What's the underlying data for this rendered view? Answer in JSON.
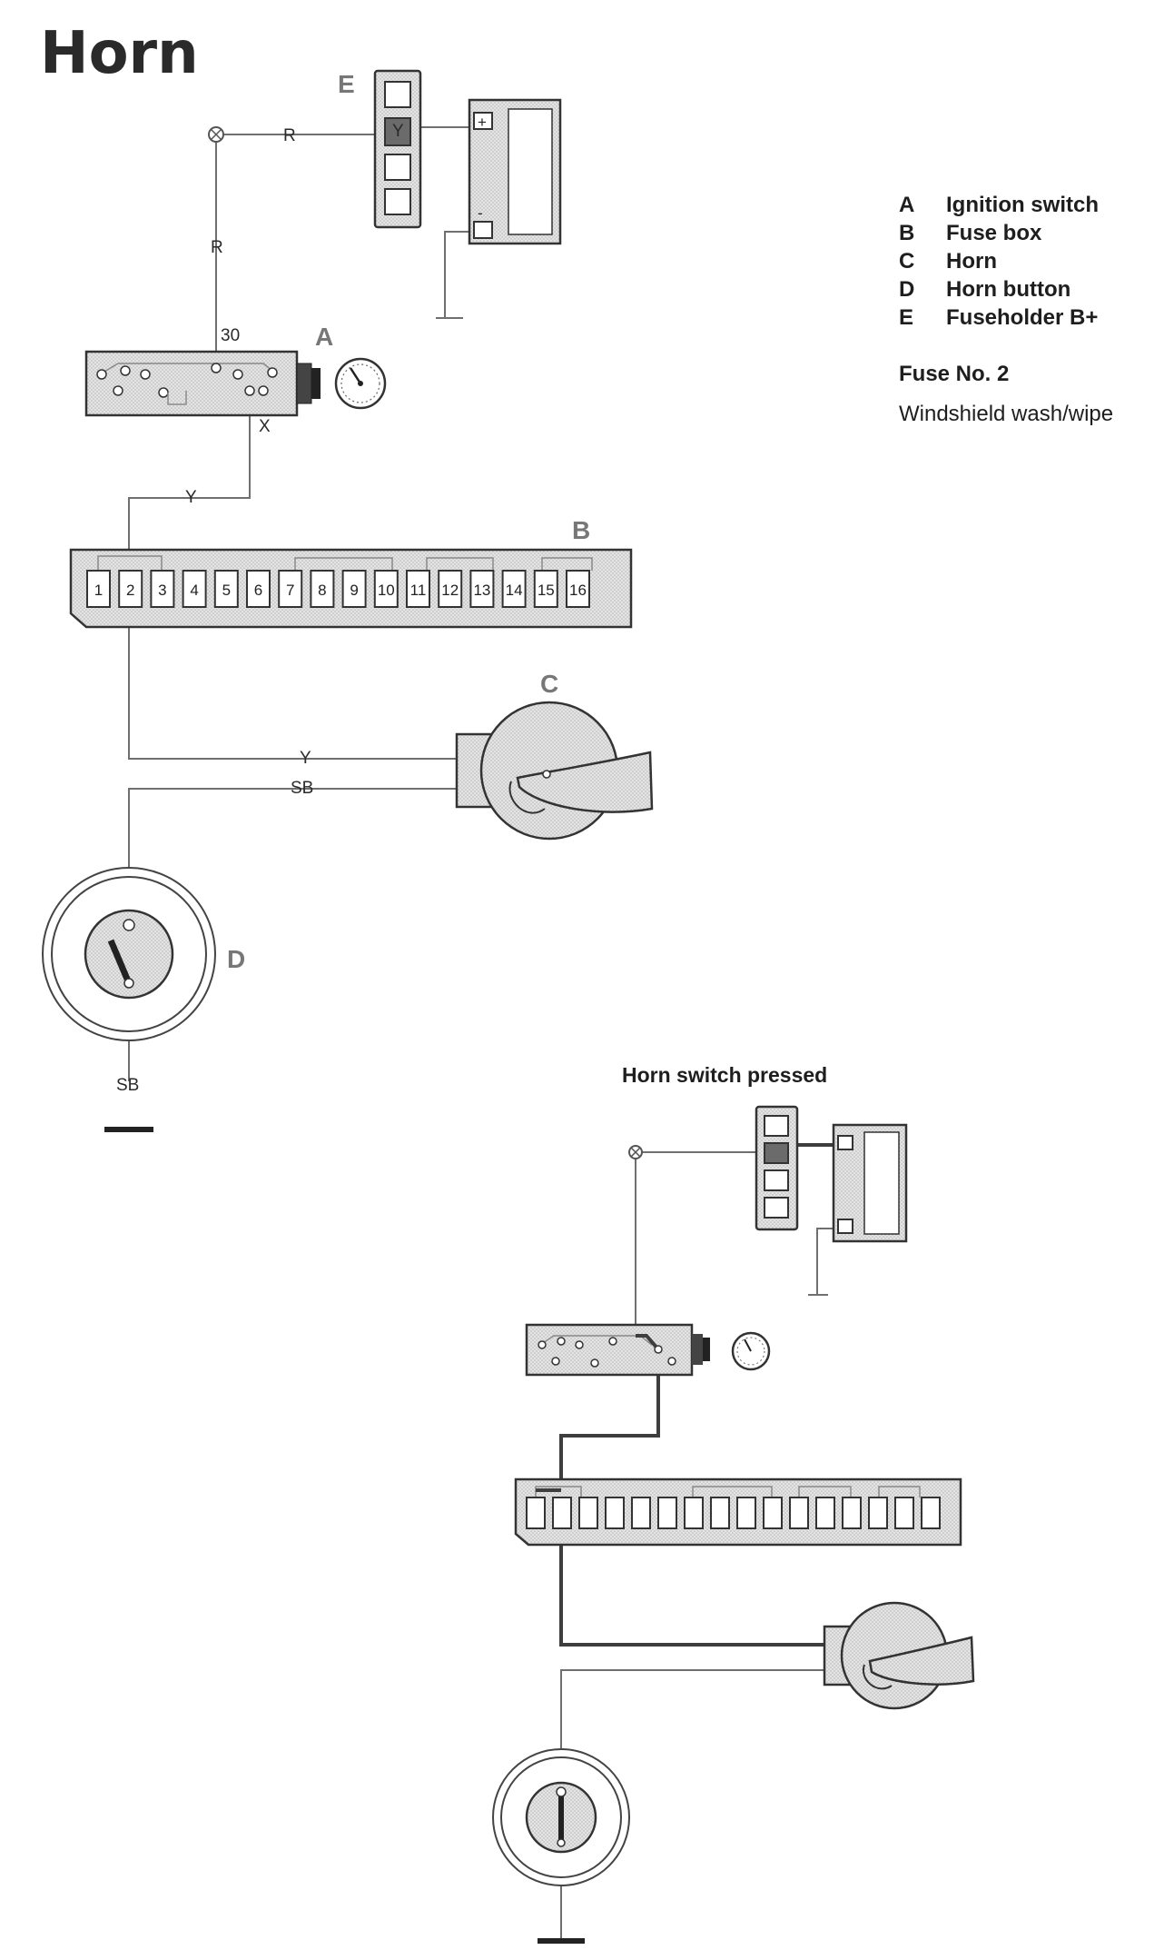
{
  "title": "Horn",
  "legend": [
    {
      "key": "A",
      "text": "Ignition switch"
    },
    {
      "key": "B",
      "text": "Fuse box"
    },
    {
      "key": "C",
      "text": "Horn"
    },
    {
      "key": "D",
      "text": "Horn button"
    },
    {
      "key": "E",
      "text": "Fuseholder B+"
    }
  ],
  "fuse": {
    "title": "Fuse No. 2",
    "description": "Windshield wash/wipe"
  },
  "secondary_title": "Horn switch pressed",
  "component_labels": {
    "a": "A",
    "b": "B",
    "c": "C",
    "d": "D",
    "e": "E"
  },
  "wire_labels": {
    "r1": "R",
    "r2": "R",
    "y_fuseholder": "Y",
    "terminal_30": "30",
    "x": "X",
    "y_switch": "Y",
    "y_horn": "Y",
    "sb_horn": "SB",
    "sb_ground": "SB"
  },
  "battery": {
    "plus": "+",
    "minus": "-"
  },
  "fuse_numbers": [
    "1",
    "2",
    "3",
    "4",
    "5",
    "6",
    "7",
    "8",
    "9",
    "10",
    "11",
    "12",
    "13",
    "14",
    "15",
    "16"
  ]
}
